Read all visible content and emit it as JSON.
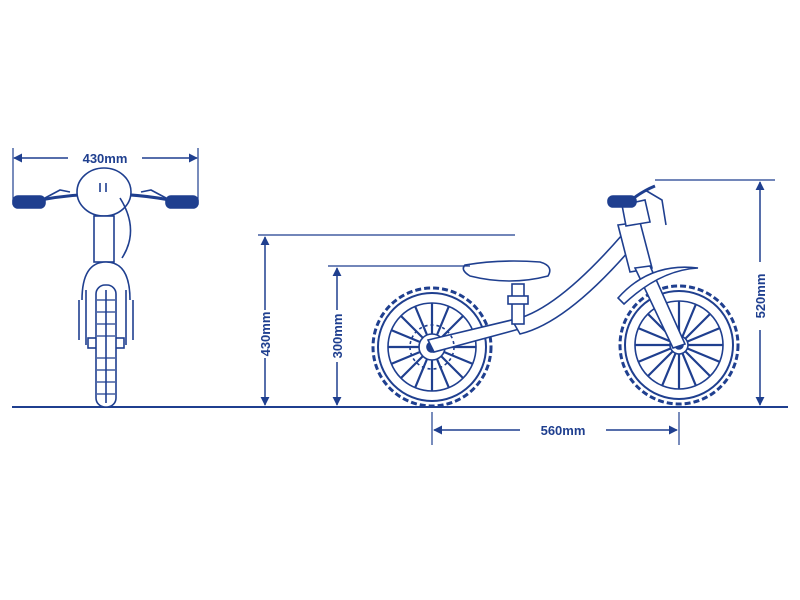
{
  "colors": {
    "line": "#1f3f8f",
    "fill": "#ffffff"
  },
  "dimensions": {
    "front_width": "430mm",
    "handle_height": "430mm",
    "seat_height": "300mm",
    "overall_height": "520mm",
    "wheelbase": "560mm"
  }
}
